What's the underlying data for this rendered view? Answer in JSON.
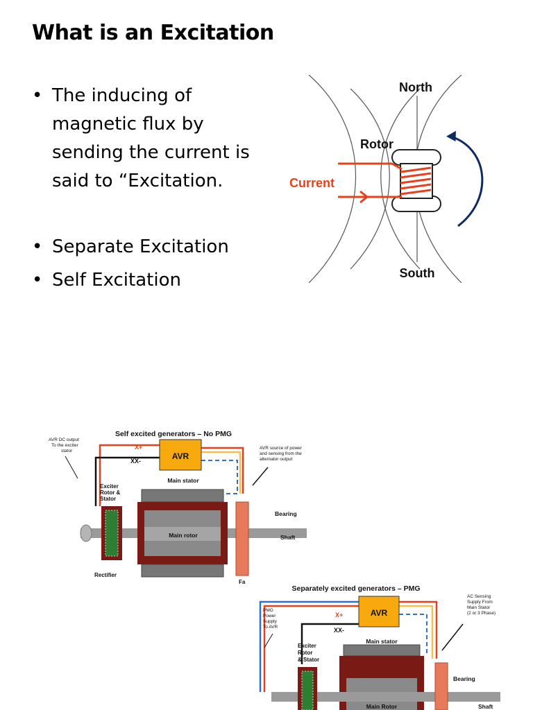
{
  "slide": {
    "title": "What is an Excitation",
    "bullets": [
      {
        "lines": [
          "The inducing of",
          "magnetic flux by",
          "sending the current is",
          "said to “Excitation."
        ]
      },
      {
        "lines": [
          "Separate Excitation"
        ]
      },
      {
        "lines": [
          "Self Excitation"
        ]
      }
    ]
  },
  "magnet_diagram": {
    "north": "North",
    "rotor": "Rotor",
    "current": "Current",
    "south": "South",
    "colors": {
      "current": "#e8401c",
      "arrow": "#0d2b5e",
      "field_lines": "#555555"
    }
  },
  "generator_self": {
    "title": "Self excited generators – No PMG",
    "avr": "AVR",
    "xplus": "X+",
    "xminus": "XX-",
    "note_left": [
      "AVR DC output",
      "To the exciter",
      "stator"
    ],
    "note_right": [
      "AVR source of power",
      "and sensing from the",
      "alternator output"
    ],
    "main_stator": "Main stator",
    "exciter": [
      "Exciter",
      "Rotor &",
      "Stator"
    ],
    "bearing": "Bearing",
    "main_rotor": "Main rotor",
    "shaft": "Shaft",
    "rectifier": "Rectifier",
    "fan": "Fa"
  },
  "generator_pmg": {
    "title": "Separately excited generators – PMG",
    "avr": "AVR",
    "xplus": "X+",
    "xminus": "XX-",
    "note_left": [
      "PMG",
      "Power",
      "Supply",
      "To AVR"
    ],
    "note_right": [
      "AC Sensing",
      "Supply From",
      "Main Stator",
      "(2 or 3 Phase)"
    ],
    "main_stator": "Main stator",
    "exciter": [
      "Exciter",
      "Rotor",
      "& Stator"
    ],
    "bearing": "Bearing",
    "main_rotor": "Main Rotor",
    "shaft": "Shaft"
  }
}
